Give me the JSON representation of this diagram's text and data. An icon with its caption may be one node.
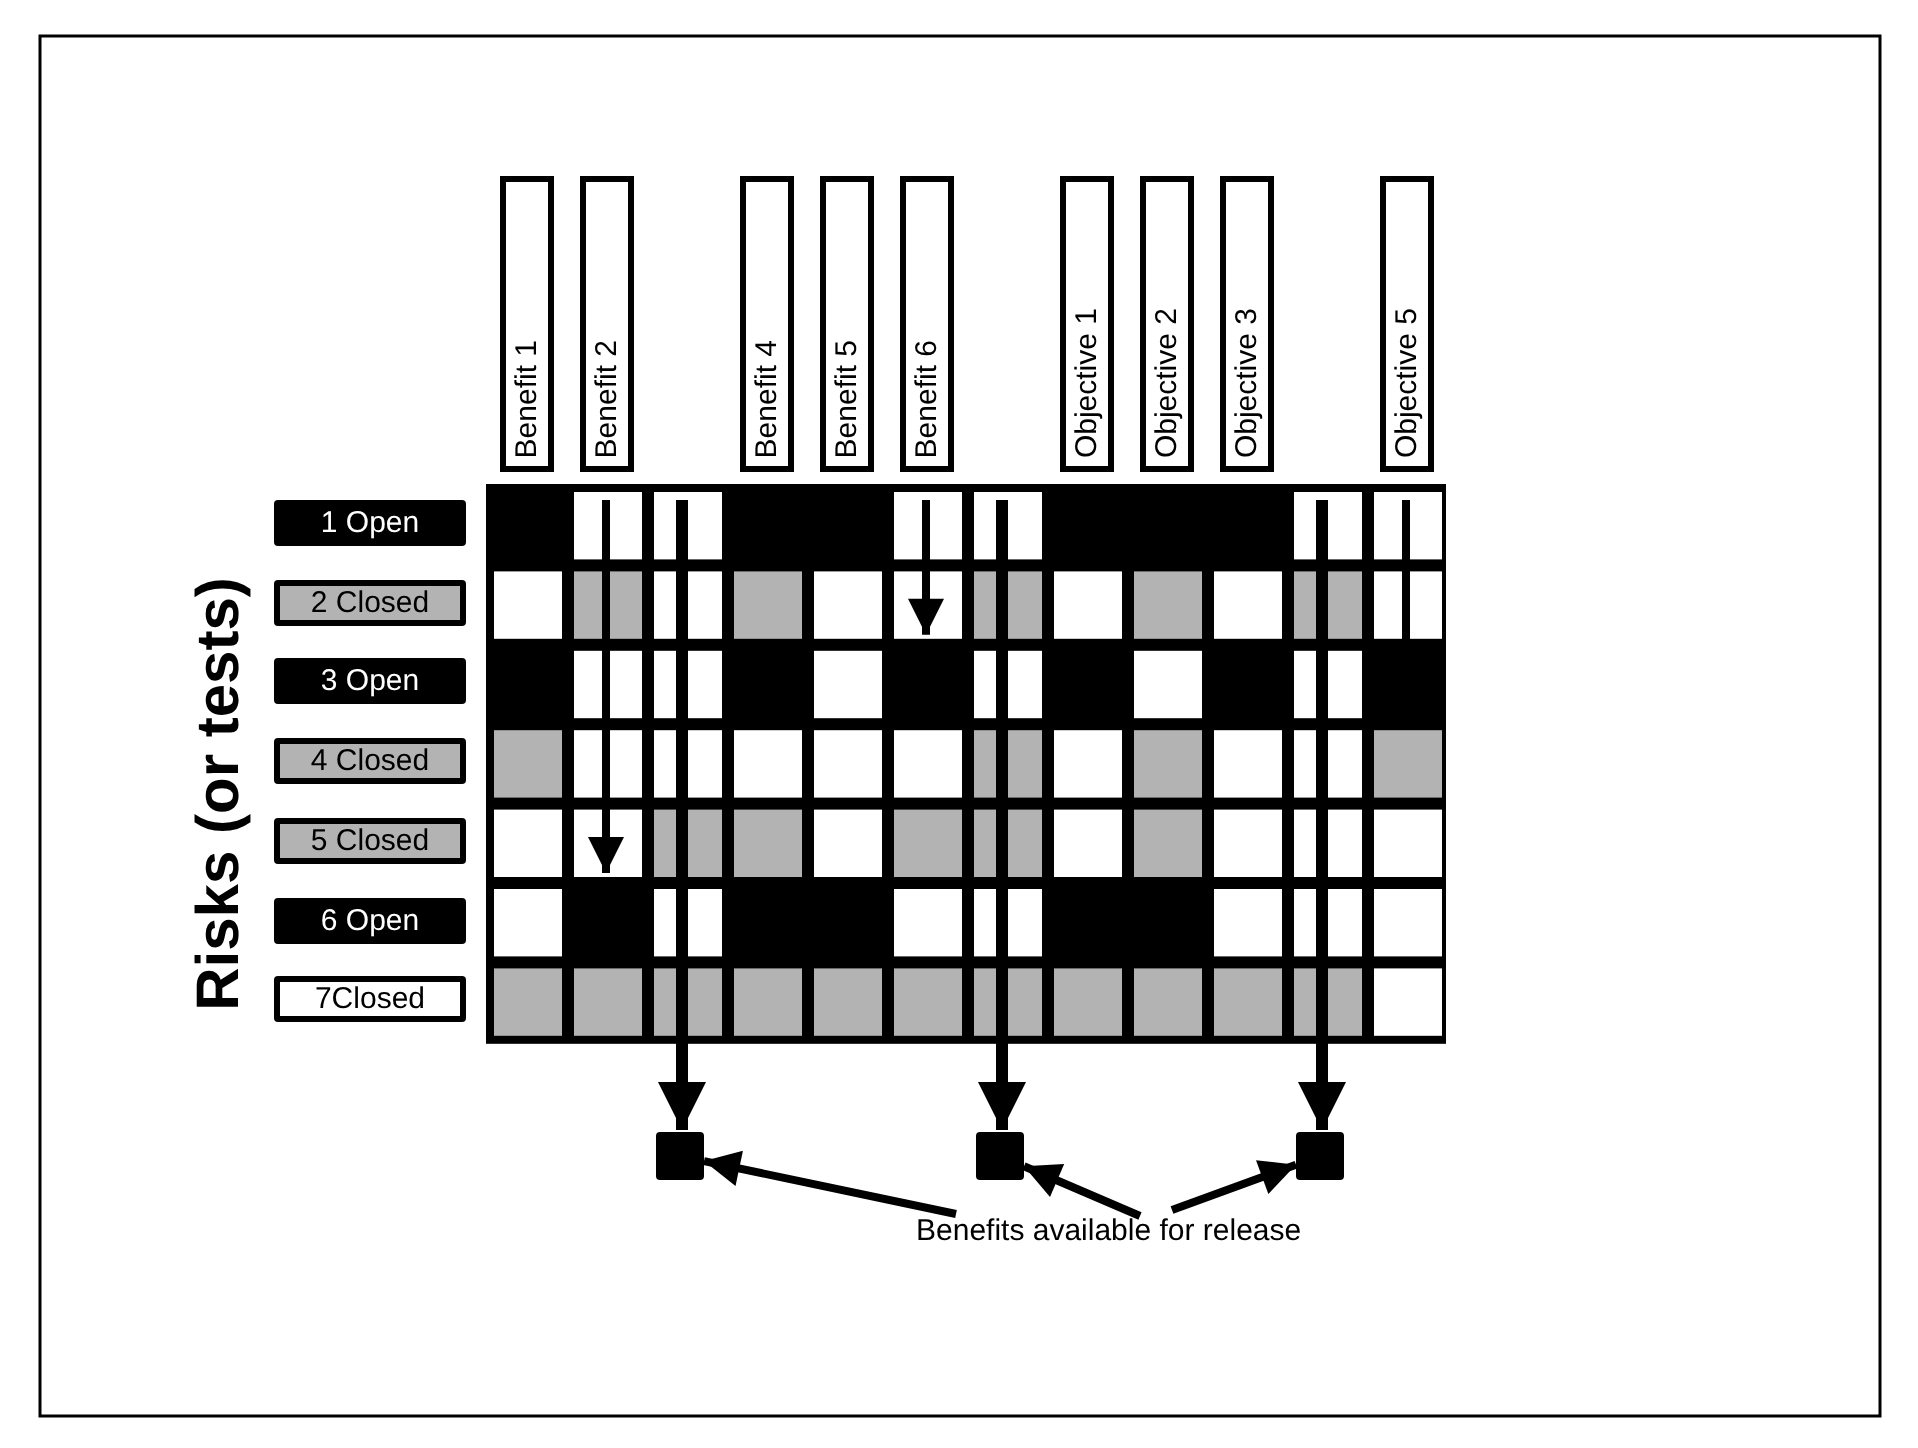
{
  "diagram": {
    "nodes": [
      {
        "text": [
          "Benefit 1"
        ]
      },
      {
        "text": [
          "Benefit 2"
        ]
      },
      {
        "text": [
          "Benefit 4"
        ]
      },
      {
        "text": [
          "Benefit 5"
        ]
      },
      {
        "text": [
          "Benefit 6"
        ]
      },
      {
        "text": [
          "Objective 1"
        ]
      },
      {
        "text": [
          "Objective 2"
        ]
      },
      {
        "text": [
          "Objective 3"
        ]
      },
      {
        "text": [
          "Objective 5"
        ]
      },
      {
        "text": [
          "1 Open"
        ]
      },
      {
        "text": [
          "2 Closed"
        ]
      },
      {
        "text": [
          "3 Open"
        ]
      },
      {
        "text": [
          "4 Closed"
        ]
      },
      {
        "text": [
          "5 Closed"
        ]
      },
      {
        "text": [
          "6 Open"
        ]
      },
      {
        "text": [
          "7Closed"
        ]
      },
      {
        "text": [],
        "shape": "box"
      },
      {
        "text": [],
        "shape": "box"
      },
      {
        "text": [],
        "shape": "box"
      },
      {
        "text": [
          "Benefits available for release"
        ]
      }
    ],
    "edges": [
      {
        "from": null,
        "to": 16,
        "arrow": "to"
      },
      {
        "from": null,
        "to": 17,
        "arrow": "to"
      },
      {
        "from": null,
        "to": 18,
        "arrow": "to"
      },
      {
        "from": 19,
        "to": 16,
        "arrow": "to"
      },
      {
        "from": 19,
        "to": 17,
        "arrow": "to"
      },
      {
        "from": 19,
        "to": 18,
        "arrow": "to"
      }
    ],
    "labels": [
      "Risks (or tests)"
    ]
  }
}
